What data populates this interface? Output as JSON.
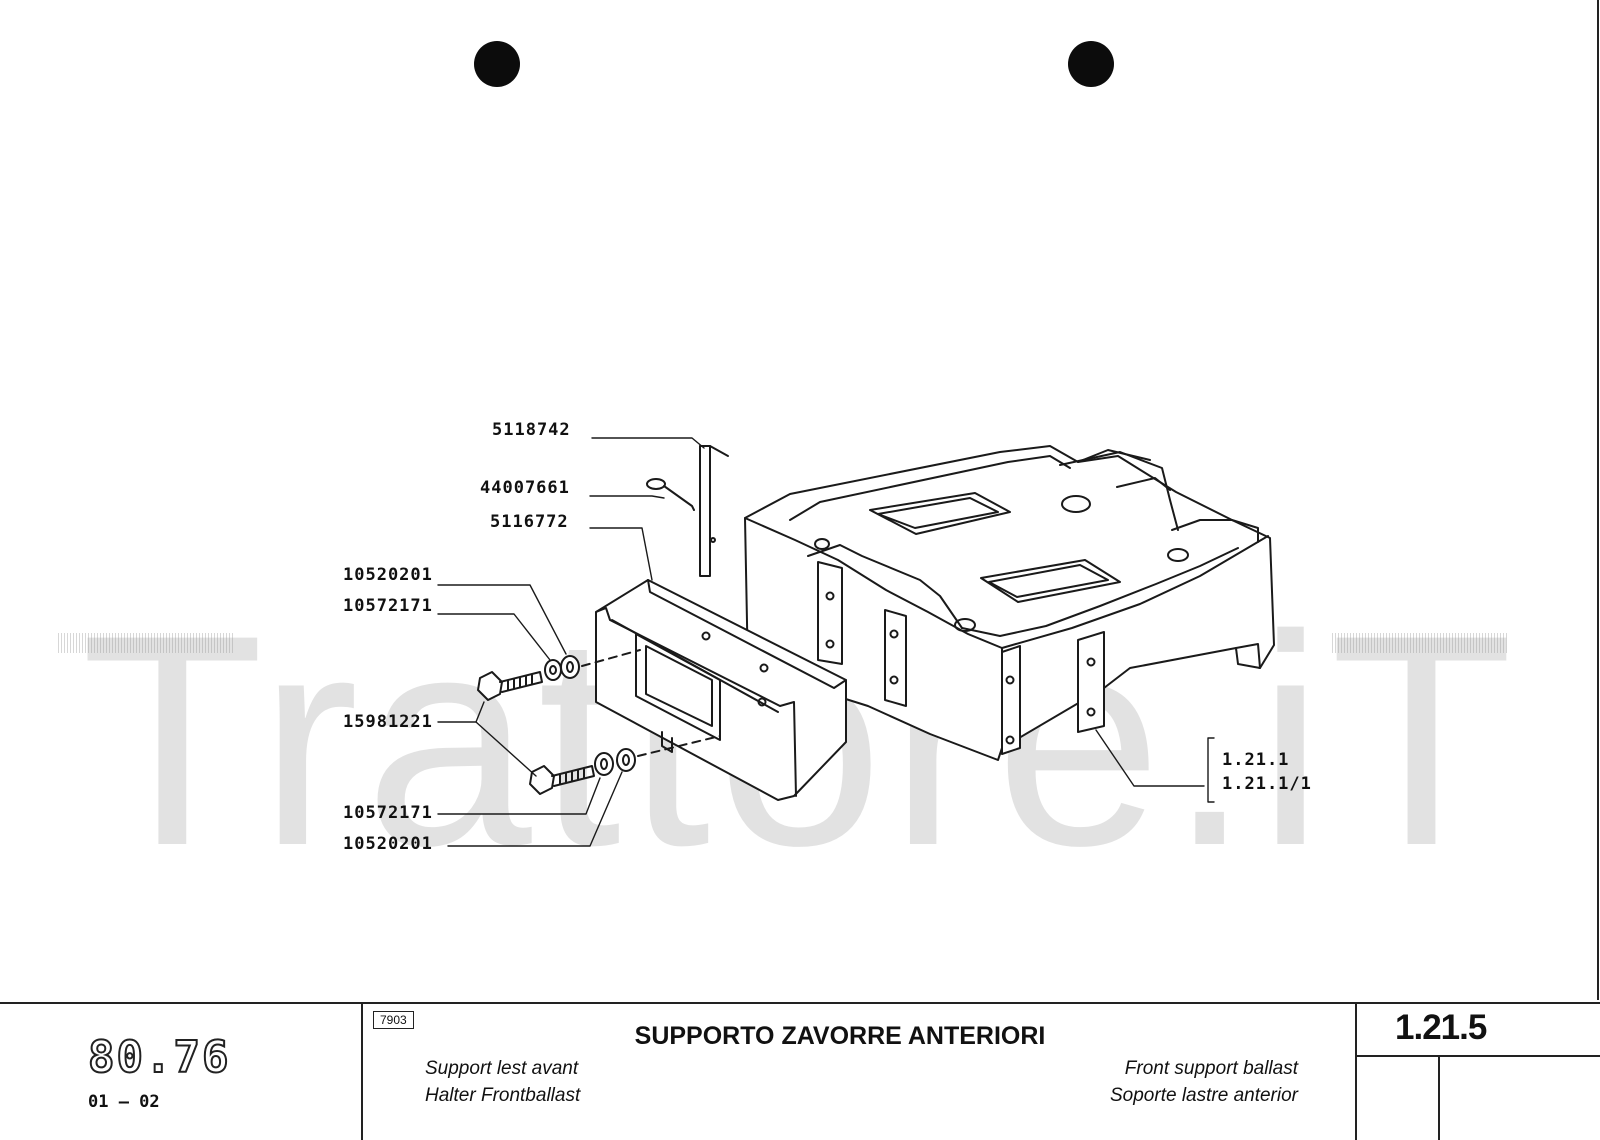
{
  "watermark": "Trattore.iT",
  "parts": {
    "p1": "5118742",
    "p2": "44007661",
    "p3": "5116772",
    "p4": "10520201",
    "p5": "10572171",
    "p6": "15981221",
    "p7": "10572171",
    "p8": "10520201"
  },
  "references": [
    "1.21.1",
    "1.21.1/1"
  ],
  "title_block": {
    "code": "7903",
    "title": "SUPPORTO ZAVORRE ANTERIORI",
    "subtitle_fr": "Support lest avant",
    "subtitle_de": "Halter Frontballast",
    "subtitle_en": "Front support ballast",
    "subtitle_es": "Soporte lastre anterior",
    "page_number": "1.21.5",
    "model_logo": "80.76",
    "date_range": "01 – 02"
  }
}
